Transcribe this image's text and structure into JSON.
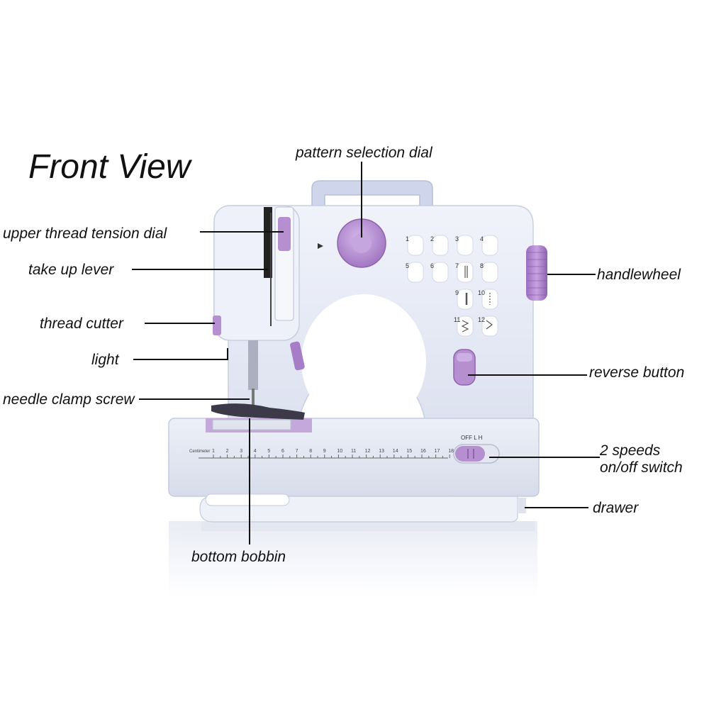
{
  "title": "Front View",
  "labels": {
    "pattern_selection_dial": "pattern selection dial",
    "upper_thread_tension_dial": "upper thread tension dial",
    "take_up_lever": "take up lever",
    "thread_cutter": "thread cutter",
    "light": "light",
    "needle_clamp_screw": "needle clamp screw",
    "handlewheel": "handlewheel",
    "reverse_button": "reverse button",
    "speeds_line1": "2 speeds",
    "speeds_line2": "on/off switch",
    "drawer": "drawer",
    "bottom_bobbin": "bottom bobbin"
  },
  "machine": {
    "switch_text": "OFF  L  H",
    "ruler_title": "Centimeter",
    "ruler_numbers": [
      "1",
      "2",
      "3",
      "4",
      "5",
      "6",
      "7",
      "8",
      "9",
      "10",
      "11",
      "12",
      "13",
      "14",
      "15",
      "16",
      "17",
      "18"
    ],
    "stitch_numbers": [
      "1",
      "2",
      "3",
      "4",
      "5",
      "6",
      "7",
      "8",
      "9",
      "10",
      "11",
      "12"
    ]
  },
  "colors": {
    "body": "#e9edf7",
    "body_shadow": "#c9cfe0",
    "accent": "#b58fd0",
    "accent_dark": "#8f64ad",
    "line": "#111111"
  }
}
